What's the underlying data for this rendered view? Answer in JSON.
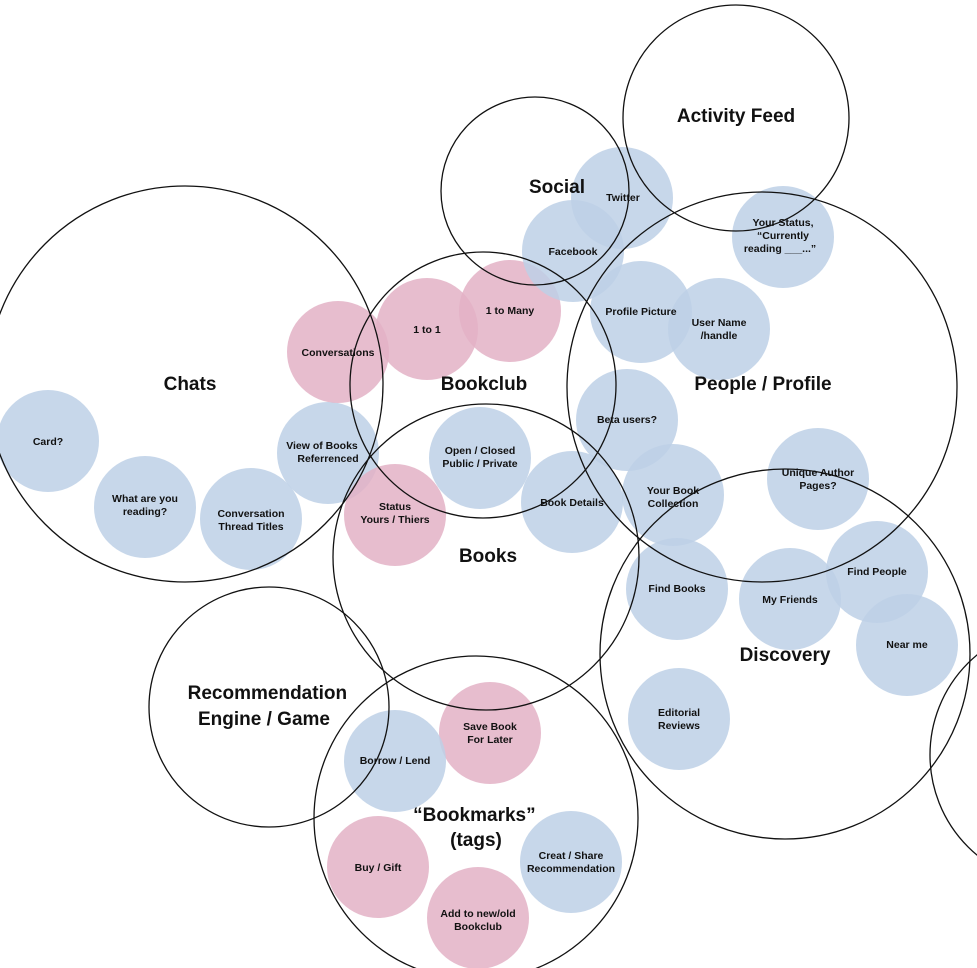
{
  "colors": {
    "blue": "#bdd0e6",
    "pink": "#e3b2c6",
    "outline": "#111111"
  },
  "groups": {
    "chats": "Chats",
    "social": "Social",
    "activity_feed": "Activity Feed",
    "bookclub": "Bookclub",
    "people_profile": "People / Profile",
    "books": "Books",
    "discovery": "Discovery",
    "recommendation": [
      "Recommendation",
      "Engine / Game"
    ],
    "bookmarks": [
      "“Bookmarks”",
      "(tags)"
    ]
  },
  "features": {
    "card": [
      "Card?"
    ],
    "what_are_you_reading": [
      "What are you",
      "reading?"
    ],
    "conversation_thread_titles": [
      "Conversation",
      "Thread Titles"
    ],
    "view_of_books": [
      "View of Books",
      "Referrenced"
    ],
    "conversations": [
      "Conversations"
    ],
    "one_to_one": [
      "1 to 1"
    ],
    "one_to_many": [
      "1 to Many"
    ],
    "facebook": [
      "Facebook"
    ],
    "twitter": [
      "Twitter"
    ],
    "your_status": [
      "Your Status,",
      "“Currently",
      "reading ___...”"
    ],
    "profile_picture": [
      "Profile Picture"
    ],
    "user_name": [
      "User Name",
      "/handle"
    ],
    "beta_users": [
      "Beta users?"
    ],
    "open_closed": [
      "Open / Closed",
      "Public / Private"
    ],
    "status_yours": [
      "Status",
      "Yours / Thiers"
    ],
    "book_details": [
      "Book Details"
    ],
    "your_book_collection": [
      "Your Book",
      "Collection"
    ],
    "unique_author_pages": [
      "Unique Author",
      "Pages?"
    ],
    "find_books": [
      "Find Books"
    ],
    "my_friends": [
      "My Friends"
    ],
    "find_people": [
      "Find People"
    ],
    "near_me": [
      "Near me"
    ],
    "editorial_reviews": [
      "Editorial",
      "Reviews"
    ],
    "save_book": [
      "Save Book",
      "For Later"
    ],
    "borrow_lend": [
      "Borrow / Lend"
    ],
    "buy_gift": [
      "Buy / Gift"
    ],
    "creat_share": [
      "Creat / Share",
      "Recommendation"
    ],
    "add_to_bookclub": [
      "Add to new/old",
      "Bookclub"
    ]
  }
}
